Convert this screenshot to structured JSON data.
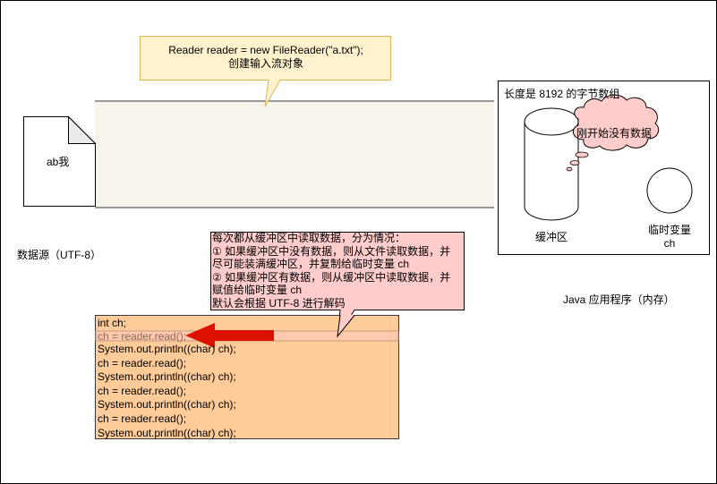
{
  "diagram": {
    "title": "FileReader 读取缓冲区示意图",
    "callout_top": {
      "line1": "Reader reader = new FileReader(\"a.txt\");",
      "line2": "创建输入流对象",
      "fill": "#fff2cc",
      "stroke": "#d6b656"
    },
    "data_source": {
      "file_content": "ab我",
      "caption": "数据源（UTF-8）"
    },
    "stream_pipe": {
      "fill": "#f7f4ec",
      "stroke": "#999999"
    },
    "java_app": {
      "title": "长度是 8192 的字节数组",
      "buffer_label": "缓冲区",
      "thought_cloud": "刚开始没有数据",
      "cloud_fill": "#ffcccc",
      "temp_var_label_line1": "临时变量",
      "temp_var_label_line2": "ch",
      "caption": "Java 应用程序（内存）"
    },
    "note": {
      "lines": [
        "每次都从缓冲区中读取数据，分为情况：",
        "① 如果缓冲区中没有数据，则从文件读取数据，并",
        "尽可能装满缓冲区，并复制给临时变量 ch",
        "② 如果缓冲区有数据，则从缓冲区中读取数据，并",
        "赋值给临时变量 ch",
        "默认会根据 UTF-8 进行解码"
      ],
      "fill": "#ffcccc"
    },
    "code": {
      "lines": [
        "int ch;",
        "ch = reader.read();",
        "System.out.println((char) ch);",
        "ch = reader.read();",
        "System.out.println((char) ch);",
        "ch = reader.read();",
        "System.out.println((char) ch);",
        "ch = reader.read();",
        "System.out.println((char) ch);"
      ],
      "highlighted_line_index": 1,
      "fill": "#ffcc99",
      "arrow_color": "#dd1100"
    }
  }
}
